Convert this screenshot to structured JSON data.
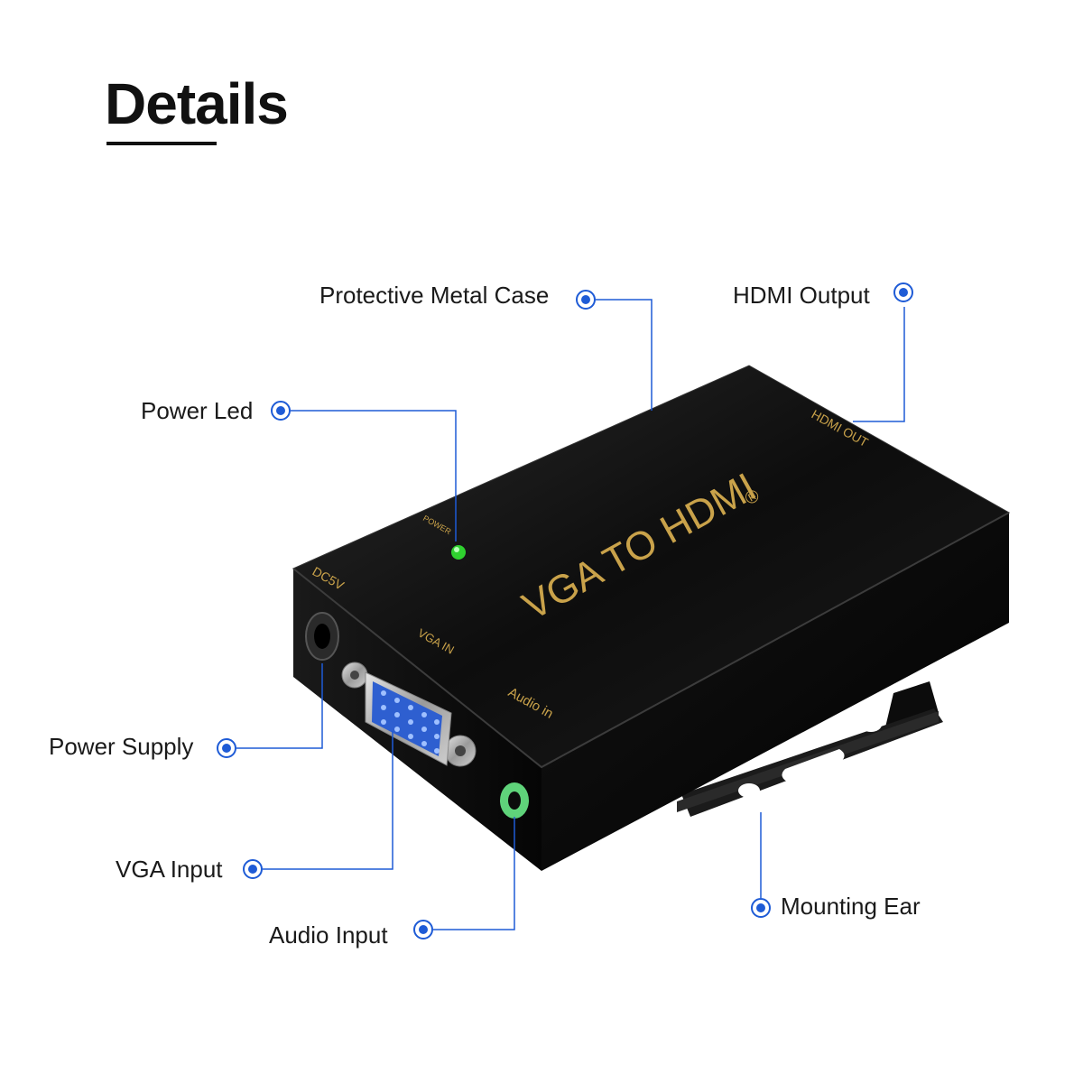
{
  "title": "Details",
  "callouts": {
    "protective_metal_case": "Protective Metal Case",
    "hdmi_output": "HDMI Output",
    "power_led": "Power Led",
    "power_supply": "Power Supply",
    "vga_input": "VGA Input",
    "audio_input": "Audio Input",
    "mounting_ear": "Mounting Ear"
  },
  "device": {
    "brand_text": "VGA TO HDMI",
    "registered_mark": "®",
    "hdmi_port_label": "HDMI OUT",
    "power_led_label": "POWER",
    "dc_label": "DC5V",
    "vga_label": "VGA IN",
    "audio_label": "Audio in"
  },
  "colors": {
    "accent": "#1e5bd6",
    "device_body": "#111111",
    "gold_text": "#c9a24a",
    "led": "#2fd12f",
    "vga_port": "#2e5fd0",
    "audio_jack": "#5fd37a"
  }
}
